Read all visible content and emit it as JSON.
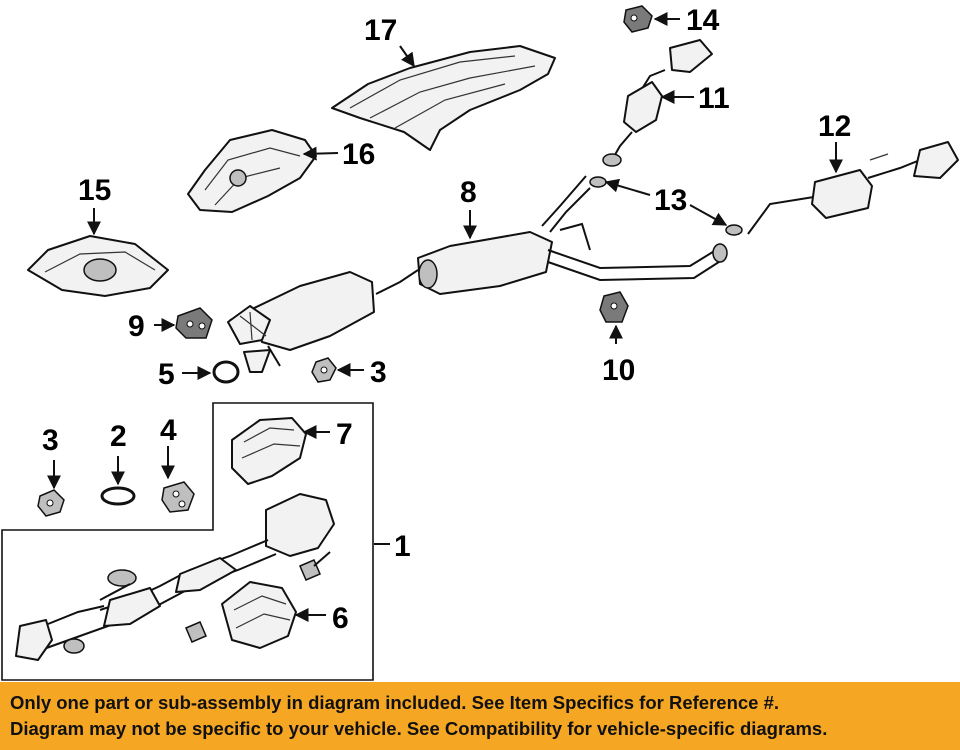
{
  "callouts": {
    "n1": "1",
    "n2": "2",
    "n3a": "3",
    "n3b": "3",
    "n4": "4",
    "n5": "5",
    "n6": "6",
    "n7": "7",
    "n8": "8",
    "n9": "9",
    "n10": "10",
    "n11": "11",
    "n12": "12",
    "n13": "13",
    "n14": "14",
    "n15": "15",
    "n16": "16",
    "n17": "17"
  },
  "notice": {
    "line1": "Only one part or sub-assembly in diagram included. See Item Specifics for Reference #.",
    "line2": "Diagram may not be specific to your vehicle. See Compatibility for vehicle-specific diagrams."
  },
  "colors": {
    "banner": "#f5a623",
    "ink": "#111111",
    "background": "#ffffff"
  }
}
